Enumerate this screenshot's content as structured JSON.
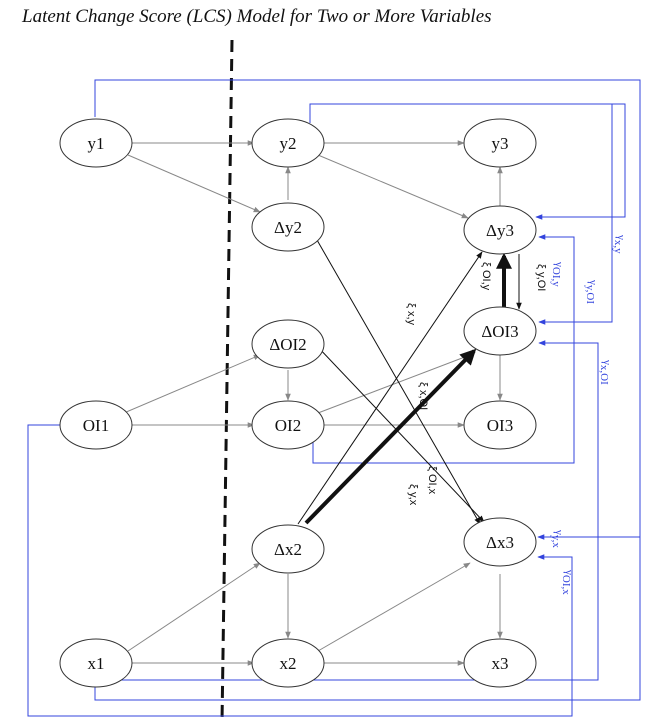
{
  "title": "Latent Change Score (LCS) Model for Two or More Variables",
  "nodes": {
    "y1": "y1",
    "y2": "y2",
    "y3": "y3",
    "dy2": "Δy2",
    "dy3": "Δy3",
    "doi2": "ΔOI2",
    "doi3": "ΔOI3",
    "oi1": "OI1",
    "oi2": "OI2",
    "oi3": "OI3",
    "dx2": "Δx2",
    "dx3": "Δx3",
    "x1": "x1",
    "x2": "x2",
    "x3": "x3"
  },
  "coupling_labels": {
    "xi_oi_y": {
      "symbol": "ξ",
      "sub": "OI,y"
    },
    "xi_y_oi": {
      "symbol": "ξ",
      "sub": "y,OI"
    },
    "xi_x_y": {
      "symbol": "ξ",
      "sub": "x,y"
    },
    "xi_x_oi": {
      "symbol": "ξ",
      "sub": "x,OI"
    },
    "xi_oi_x": {
      "symbol": "ξ",
      "sub": "OI,x"
    },
    "xi_y_x": {
      "symbol": "ξ",
      "sub": "y,x"
    }
  },
  "proportional_labels": {
    "gamma_oi_y": {
      "symbol": "γ",
      "sub": "OI,y"
    },
    "gamma_x_y": {
      "symbol": "γ",
      "sub": "x,y"
    },
    "gamma_y_oi": {
      "symbol": "γ",
      "sub": "y,OI"
    },
    "gamma_x_oi": {
      "symbol": "γ",
      "sub": "x,OI"
    },
    "gamma_y_x": {
      "symbol": "γ",
      "sub": "y,x"
    },
    "gamma_oi_x": {
      "symbol": "γ",
      "sub": "OI,x"
    }
  },
  "colors": {
    "arrow_gray": "#888888",
    "arrow_black": "#111111",
    "feedback_blue": "#3344dd",
    "node_stroke": "#333333"
  }
}
